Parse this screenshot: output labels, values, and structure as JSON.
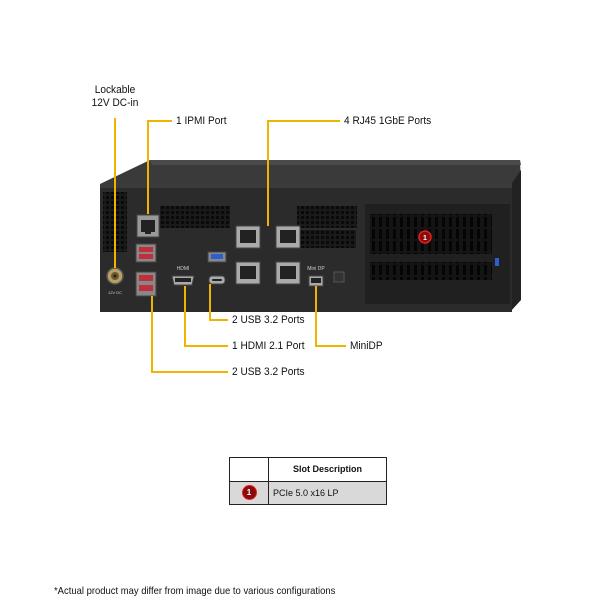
{
  "callouts": {
    "dc_in": [
      "Lockable",
      "12V DC-in"
    ],
    "ipmi": "1 IPMI Port",
    "rj45": "4 RJ45 1GbE Ports",
    "usb_top": "2 USB 3.2 Ports",
    "hdmi": "1 HDMI 2.1 Port",
    "usb_bottom": "2 USB 3.2 Ports",
    "minidp": "MiniDP"
  },
  "chassis_markings": {
    "hdmi_label": "HDMI",
    "minidp_label": "Mini DP",
    "dc_label": "12V DC"
  },
  "slot_table": {
    "header": "Slot Description",
    "rows": [
      {
        "number": "1",
        "description": "PCIe 5.0 x16 LP"
      }
    ]
  },
  "slot_badge": "1",
  "footnote": "*Actual product may differ from image due to various configurations",
  "colors": {
    "callout_line": "#f0b400",
    "chassis": "#2b2b2b",
    "badge_fill": "#8b0a0a",
    "badge_ring": "#dd2222",
    "usb_red": "#c0303a",
    "usb_blue": "#2b5fd0",
    "table_row": "#d9d9d9"
  }
}
